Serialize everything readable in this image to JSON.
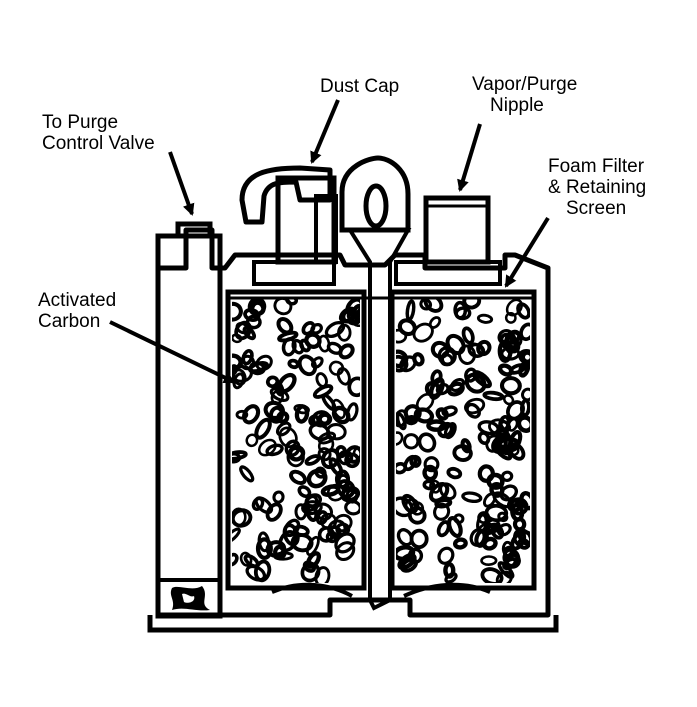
{
  "labels": {
    "dust_cap": [
      "Dust Cap"
    ],
    "vapor_purge_nipple": [
      "Vapor/Purge",
      "Nipple"
    ],
    "to_purge_control_valve": [
      "To Purge",
      "Control Valve"
    ],
    "foam_filter": [
      "Foam Filter",
      "& Retaining",
      "Screen"
    ],
    "activated_carbon": [
      "Activated",
      "Carbon"
    ]
  },
  "colors": {
    "ink": "#000000",
    "paper": "#ffffff"
  }
}
